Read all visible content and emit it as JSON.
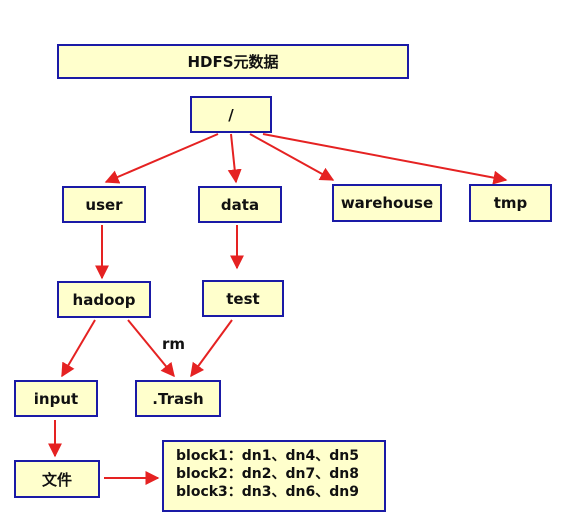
{
  "title": "HDFS元数据",
  "nodes": {
    "root": "/",
    "user": "user",
    "data": "data",
    "warehouse": "warehouse",
    "tmp": "tmp",
    "hadoop": "hadoop",
    "test": "test",
    "input": "input",
    "trash": ".Trash",
    "file": "文件"
  },
  "edge_label": "rm",
  "blocks": [
    "block1：dn1、dn4、dn5",
    "block2：dn2、dn7、dn8",
    "block3：dn3、dn6、dn9"
  ],
  "colors": {
    "box_fill": "#ffffcc",
    "box_border": "#1a1aa6",
    "arrow": "#e52222"
  }
}
